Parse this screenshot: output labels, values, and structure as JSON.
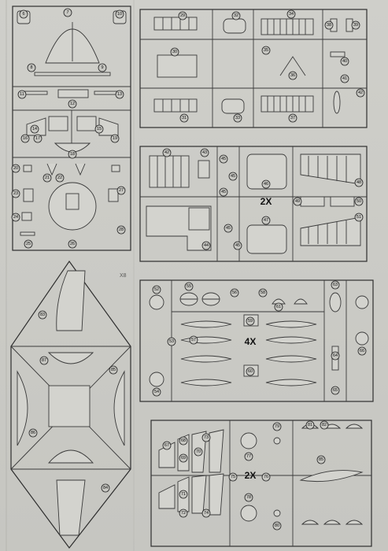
{
  "sprues": [
    {
      "id": "sprue-a",
      "parts": [
        "6",
        "7",
        "10",
        "8",
        "9",
        "11",
        "12",
        "13",
        "14",
        "15",
        "16",
        "17",
        "18",
        "19",
        "20",
        "21",
        "22",
        "23",
        "24",
        "25",
        "26",
        "27",
        "28"
      ]
    },
    {
      "id": "sprue-b",
      "parts": [
        "29",
        "32",
        "34",
        "35",
        "36",
        "38",
        "39",
        "40",
        "41",
        "42",
        "30",
        "31",
        "33",
        "37"
      ]
    },
    {
      "id": "sprue-c",
      "multiplier": "2X",
      "parts": [
        "42",
        "43",
        "45",
        "46",
        "48",
        "49",
        "50",
        "51",
        "44",
        "47",
        "45",
        "45",
        "45",
        "45"
      ]
    },
    {
      "id": "sprue-d",
      "parts": [
        "83",
        "87",
        "85",
        "86",
        "84"
      ],
      "marking": "X8"
    },
    {
      "id": "sprue-e",
      "multiplier": "4X",
      "parts": [
        "52",
        "55",
        "56",
        "58",
        "59",
        "60",
        "61",
        "63",
        "53",
        "57",
        "64",
        "65",
        "66",
        "54"
      ]
    },
    {
      "id": "sprue-f",
      "multiplier": "2X",
      "parts": [
        "67",
        "68",
        "69",
        "70",
        "71",
        "72",
        "73",
        "74",
        "75",
        "76",
        "77",
        "78",
        "79",
        "80",
        "81",
        "82",
        "85"
      ]
    }
  ]
}
